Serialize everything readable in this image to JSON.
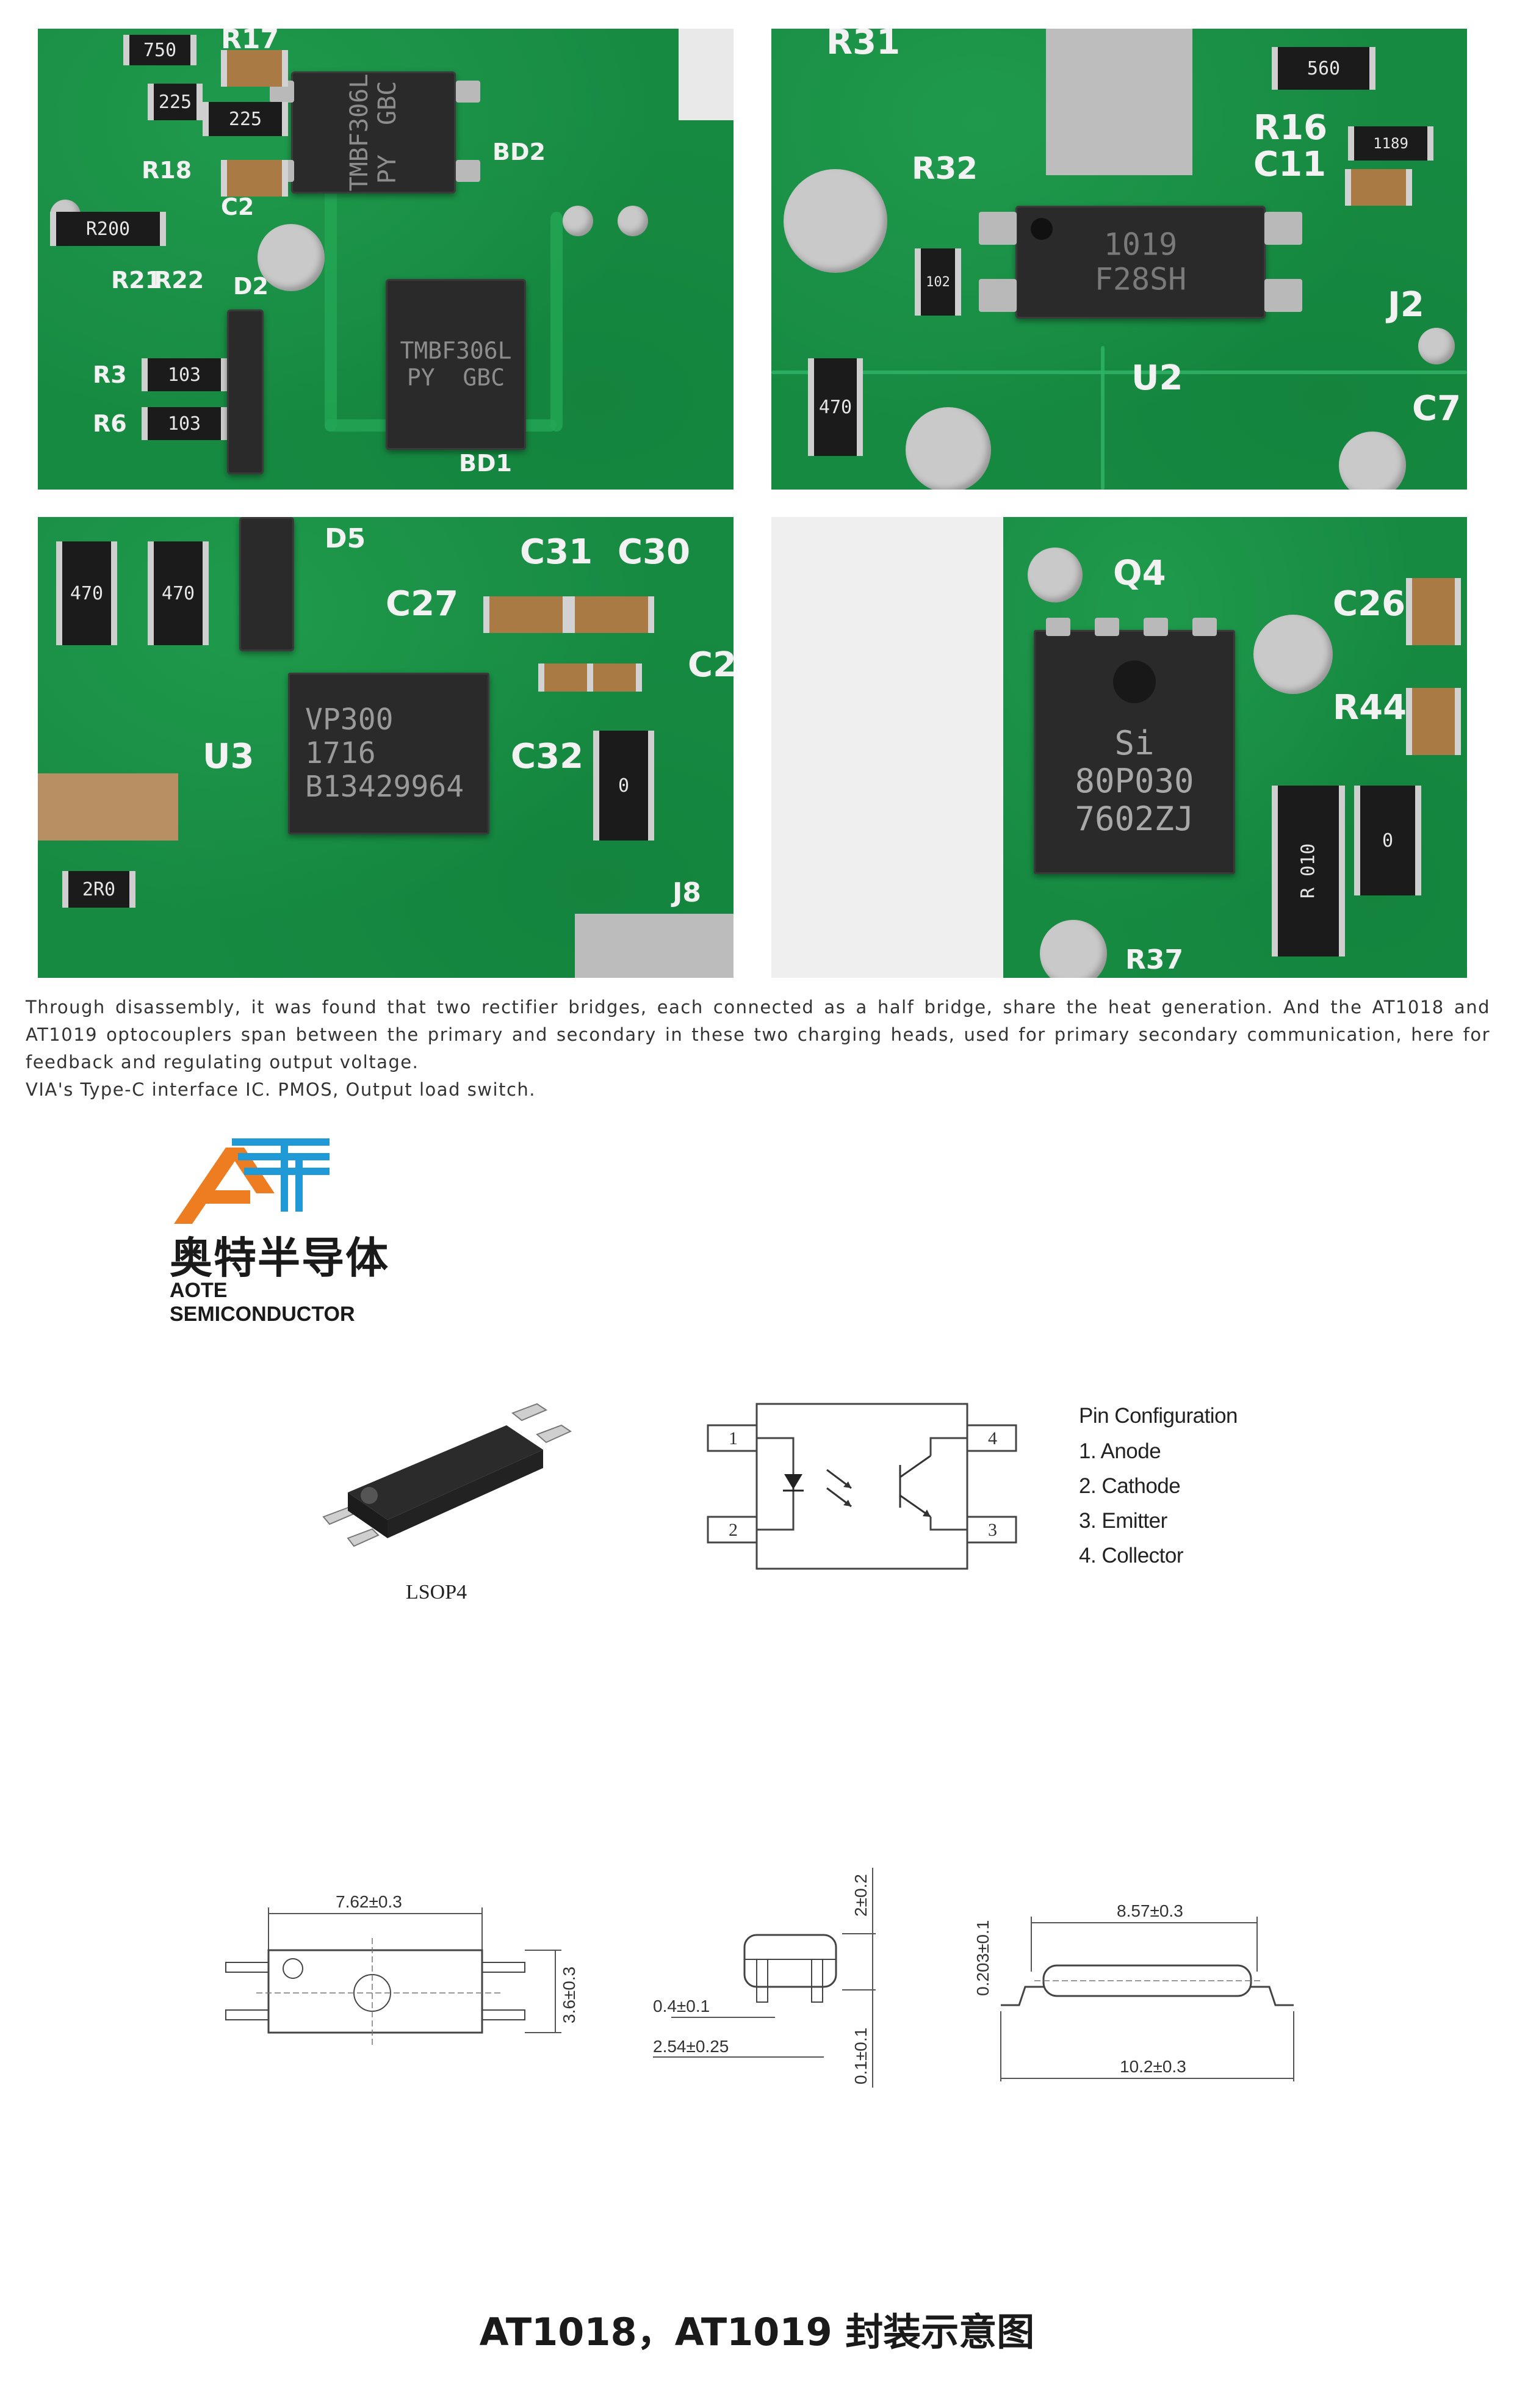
{
  "photos": {
    "bridge_rectifiers": {
      "chip1_marking": "TMBF306L\nPY  GBC",
      "chip2_marking": "TMBF306L\nPY  GBC",
      "silkscreen": [
        "R17",
        "R18",
        "C2",
        "BD2",
        "R200",
        "R21",
        "R22",
        "D2",
        "R3",
        "R6",
        "BD1"
      ],
      "resistors": [
        "750",
        "225",
        "225",
        "103",
        "103",
        "R200"
      ]
    },
    "optocoupler": {
      "marking": "1019\nF28SH",
      "silkscreen": [
        "R31",
        "R32",
        "R16",
        "C11",
        "J2",
        "U2",
        "C7"
      ],
      "resistors": [
        "560",
        "1189",
        "102",
        "470"
      ]
    },
    "type_c_ic": {
      "marking": "VP300\n1716\nB13429964",
      "silkscreen": [
        "C31",
        "C30",
        "C27",
        "U3",
        "C32",
        "C2",
        "D5",
        "J8"
      ],
      "resistors": [
        "470",
        "470",
        "2R0",
        "0"
      ]
    },
    "pmos": {
      "marking": "Si\n80P030\n7602ZJ",
      "silkscreen": [
        "Q4",
        "C26",
        "R44",
        "R37"
      ],
      "resistors": [
        "R 010",
        "0"
      ]
    }
  },
  "caption": {
    "line1": "Through disassembly, it was found that two rectifier bridges, each connected as a half bridge, share the heat generation.  And the AT1018 and AT1019 optocouplers span between the primary and secondary in these two charging heads, used for primary secondary communication, here for feedback and regulating output voltage.",
    "line2": "VIA's Type-C interface IC.  PMOS,   Output load switch."
  },
  "logo": {
    "chinese_name": "奥特半导体",
    "english_name": "AOTE SEMICONDUCTOR",
    "colors": {
      "orange": "#ee7d22",
      "blue": "#1f9ad6"
    }
  },
  "package": {
    "label": "LSOP4",
    "schematic_pins": [
      "1",
      "2",
      "3",
      "4"
    ],
    "pin_configuration": {
      "title": "Pin Configuration",
      "items": [
        "1. Anode",
        "2. Cathode",
        "3. Emitter",
        "4. Collector"
      ]
    }
  },
  "dimensions": {
    "top_view": {
      "width": "7.62±0.3",
      "height": "3.6±0.3"
    },
    "side_view": {
      "top": "2±0.2",
      "lead": "0.4±0.1",
      "pitch": "2.54±0.25",
      "standoff": "0.1±0.1"
    },
    "end_view": {
      "body": "8.57±0.3",
      "lead_thickness": "0.203±0.1",
      "overall": "10.2±0.3"
    }
  },
  "bottom_title": "AT1018，AT1019 封装示意图"
}
